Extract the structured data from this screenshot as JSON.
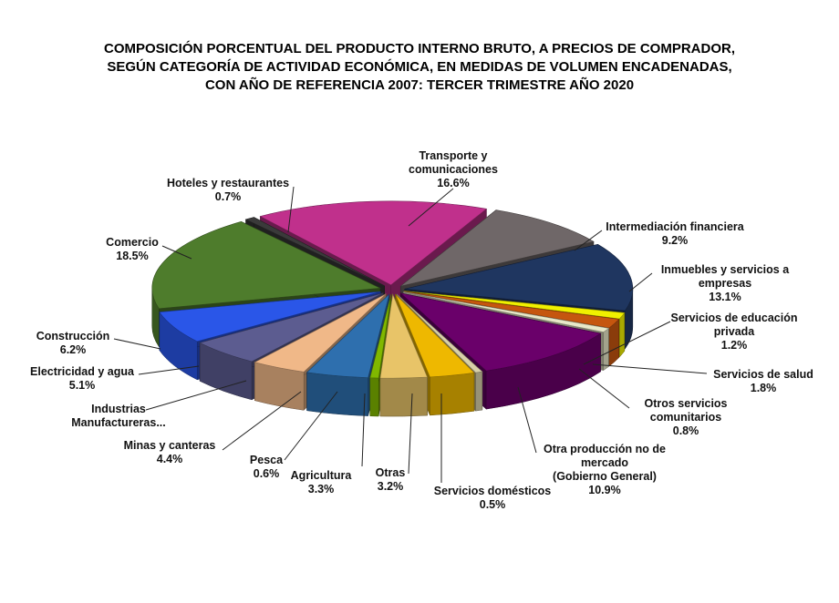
{
  "chart_data": {
    "type": "pie",
    "variant": "3d-exploded",
    "title_lines": [
      "COMPOSICIÓN PORCENTUAL DEL PRODUCTO INTERNO BRUTO, A PRECIOS DE COMPRADOR,",
      "SEGÚN CATEGORÍA DE ACTIVIDAD ECONÓMICA, EN MEDIDAS DE VOLUMEN ENCADENADAS,",
      "CON AÑO DE REFERENCIA 2007: TERCER TRIMESTRE AÑO 2020"
    ],
    "unit": "%",
    "slices": [
      {
        "label_lines": [
          "Transporte y",
          "comunicaciones"
        ],
        "value_text": "16.6%",
        "value": 16.6,
        "color": "#c0308c"
      },
      {
        "label_lines": [
          "Intermediación financiera"
        ],
        "value_text": "9.2%",
        "value": 9.2,
        "color": "#6f6768"
      },
      {
        "label_lines": [
          "Inmuebles y servicios  a",
          "empresas"
        ],
        "value_text": "13.1%",
        "value": 13.1,
        "color": "#1f3660"
      },
      {
        "label_lines": [
          "Servicios de educación",
          "privada"
        ],
        "value_text": "1.2%",
        "value": 1.2,
        "color": "#f0f000"
      },
      {
        "label_lines": [
          "Servicios   de salud"
        ],
        "value_text": "1.8%",
        "value": 1.8,
        "color": "#c5560f"
      },
      {
        "label_lines": [
          "Otros  servicios",
          "comunitarios"
        ],
        "value_text": "0.8%",
        "value": 0.8,
        "color": "#e8e8c8"
      },
      {
        "label_lines": [
          "Otra producción  no de",
          "mercado",
          "(Gobierno General)"
        ],
        "value_text": "10.9%",
        "value": 10.9,
        "color": "#6a006a"
      },
      {
        "label_lines": [
          "Servicios   domésticos"
        ],
        "value_text": "0.5%",
        "value": 0.5,
        "color": "#d8d0a8"
      },
      {
        "label_lines": [
          "Otras"
        ],
        "value_text": "3.2%",
        "value": 3.2,
        "color": "#eeb800"
      },
      {
        "label_lines": [
          "Agricultura"
        ],
        "value_text": "3.3%",
        "value": 3.3,
        "color": "#e8c468"
      },
      {
        "label_lines": [
          "Pesca"
        ],
        "value_text": "0.6%",
        "value": 0.6,
        "color": "#80b800"
      },
      {
        "label_lines": [
          "Minas  y  canteras"
        ],
        "value_text": "4.4%",
        "value": 4.4,
        "color": "#2e6fae"
      },
      {
        "label_lines": [
          "Industrias",
          "Manufactureras..."
        ],
        "value_text": null,
        "value": 3.9,
        "color": "#f0b888"
      },
      {
        "label_lines": [
          "Electricidad y agua"
        ],
        "value_text": "5.1%",
        "value": 5.1,
        "color": "#5c5c90"
      },
      {
        "label_lines": [
          "Construcción"
        ],
        "value_text": "6.2%",
        "value": 6.2,
        "color": "#2a56e8"
      },
      {
        "label_lines": [
          "Comercio"
        ],
        "value_text": "18.5%",
        "value": 18.5,
        "color": "#4e7c2c"
      },
      {
        "label_lines": [
          "Hoteles y restaurantes"
        ],
        "value_text": "0.7%",
        "value": 0.7,
        "color": "#3a3a3a"
      }
    ],
    "legend": "none"
  }
}
